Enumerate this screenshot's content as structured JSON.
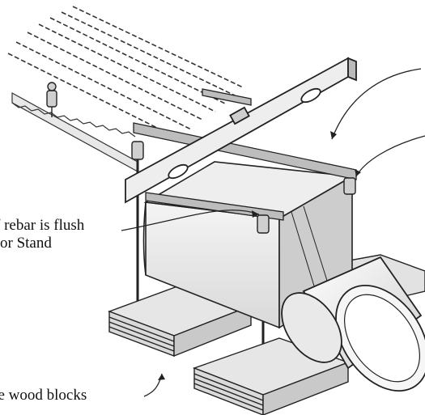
{
  "callouts": {
    "rebar_line1": "f rebar is flush",
    "rebar_line2": "or Stand",
    "wood_blocks": "ve wood blocks"
  },
  "colors": {
    "ink": "#1a1a1a",
    "shade": "#9a9a9a",
    "wood": "#d7d7d7",
    "paper": "#ffffff"
  }
}
